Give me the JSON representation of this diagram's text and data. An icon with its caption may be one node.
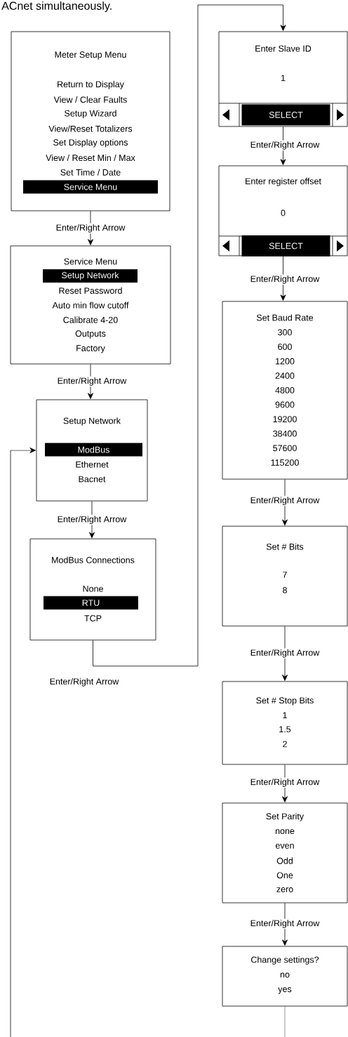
{
  "diagram": {
    "nodes": [
      {
        "text": [
          "Meter Setup Menu",
          "Return to Display",
          "View / Clear Faults",
          "Setup Wizard",
          "View/Reset Totalizers",
          "Set Display options",
          "View / Reset Min / Max",
          "Set Time / Date",
          "Service Menu"
        ]
      },
      {
        "text": [
          "Service Menu",
          "Setup Network",
          "Reset Password",
          "Auto min flow cutoff",
          "Calibrate 4-20",
          "Outputs",
          "Factory"
        ]
      },
      {
        "text": [
          "Setup Network",
          "ModBus",
          "Ethernet",
          "Bacnet"
        ]
      },
      {
        "text": [
          "ModBus Connections",
          "None",
          "RTU",
          "TCP"
        ]
      },
      {
        "text": [
          "Enter Slave ID",
          "1",
          "SELECT"
        ]
      },
      {
        "text": [
          "Enter register offset",
          "0",
          "SELECT"
        ]
      },
      {
        "text": [
          "Set Baud Rate",
          "300",
          "600",
          "1200",
          "2400",
          "4800",
          "9600",
          "19200",
          "38400",
          "57600",
          "115200"
        ]
      },
      {
        "text": [
          "Set # Bits",
          "7",
          "8"
        ]
      },
      {
        "text": [
          "Set # Stop Bits",
          "1",
          "1.5",
          "2"
        ]
      },
      {
        "text": [
          "Set Parity",
          "none",
          "even",
          "Odd",
          "One",
          "zero"
        ]
      },
      {
        "text": [
          "Change settings?",
          "no",
          "yes"
        ]
      }
    ],
    "edges": [
      {
        "from": 0,
        "to": 1,
        "arrow": "to",
        "label": "Enter/Right Arrow"
      },
      {
        "from": 1,
        "to": 2,
        "arrow": "to",
        "label": "Enter/Right Arrow"
      },
      {
        "from": 2,
        "to": 3,
        "arrow": "to",
        "label": "Enter/Right Arrow"
      },
      {
        "from": 3,
        "to": 4,
        "arrow": "to",
        "label": "Enter/Right Arrow"
      },
      {
        "from": 4,
        "to": 5,
        "arrow": "to",
        "label": "Enter/Right Arrow"
      },
      {
        "from": 5,
        "to": 6,
        "arrow": "to",
        "label": "Enter/Right Arrow"
      },
      {
        "from": 6,
        "to": 7,
        "arrow": "to",
        "label": "Enter/Right Arrow"
      },
      {
        "from": 7,
        "to": 8,
        "arrow": "to",
        "label": "Enter/Right Arrow"
      },
      {
        "from": 8,
        "to": 9,
        "arrow": "to",
        "label": "Enter/Right Arrow"
      },
      {
        "from": 9,
        "to": 10,
        "arrow": "to",
        "label": "Enter/Right Arrow"
      },
      {
        "from": 10,
        "to": null,
        "arrow": "none"
      },
      {
        "from": null,
        "to": 2,
        "arrow": "to"
      }
    ],
    "labels": [
      "ACnet simultaneously."
    ]
  }
}
